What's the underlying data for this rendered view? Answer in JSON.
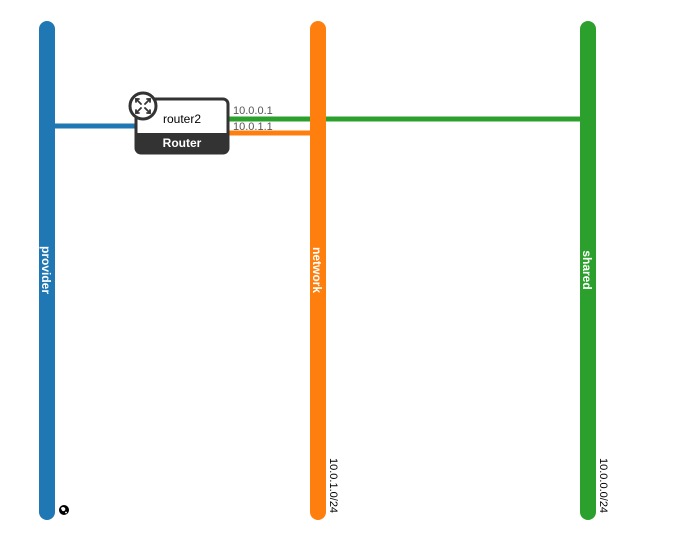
{
  "networks": [
    {
      "id": "provider",
      "label": "provider",
      "cidr": "",
      "color": "#1f77b4",
      "external": true,
      "icon": "globe-icon"
    },
    {
      "id": "network",
      "label": "network",
      "cidr": "10.0.1.0/24",
      "color": "#ff7f0e",
      "external": false
    },
    {
      "id": "shared",
      "label": "shared",
      "cidr": "10.0.0.0/24",
      "color": "#2ca02c",
      "external": false
    }
  ],
  "router": {
    "name": "router2",
    "type_label": "Router",
    "icon": "router-icon",
    "body_color": "#333333"
  },
  "links": [
    {
      "from": "router2",
      "to": "provider",
      "ip": "",
      "color": "#1f77b4"
    },
    {
      "from": "router2",
      "to": "shared",
      "ip": "10.0.0.1",
      "color": "#2ca02c"
    },
    {
      "from": "router2",
      "to": "network",
      "ip": "10.0.1.1",
      "color": "#ff7f0e"
    }
  ]
}
